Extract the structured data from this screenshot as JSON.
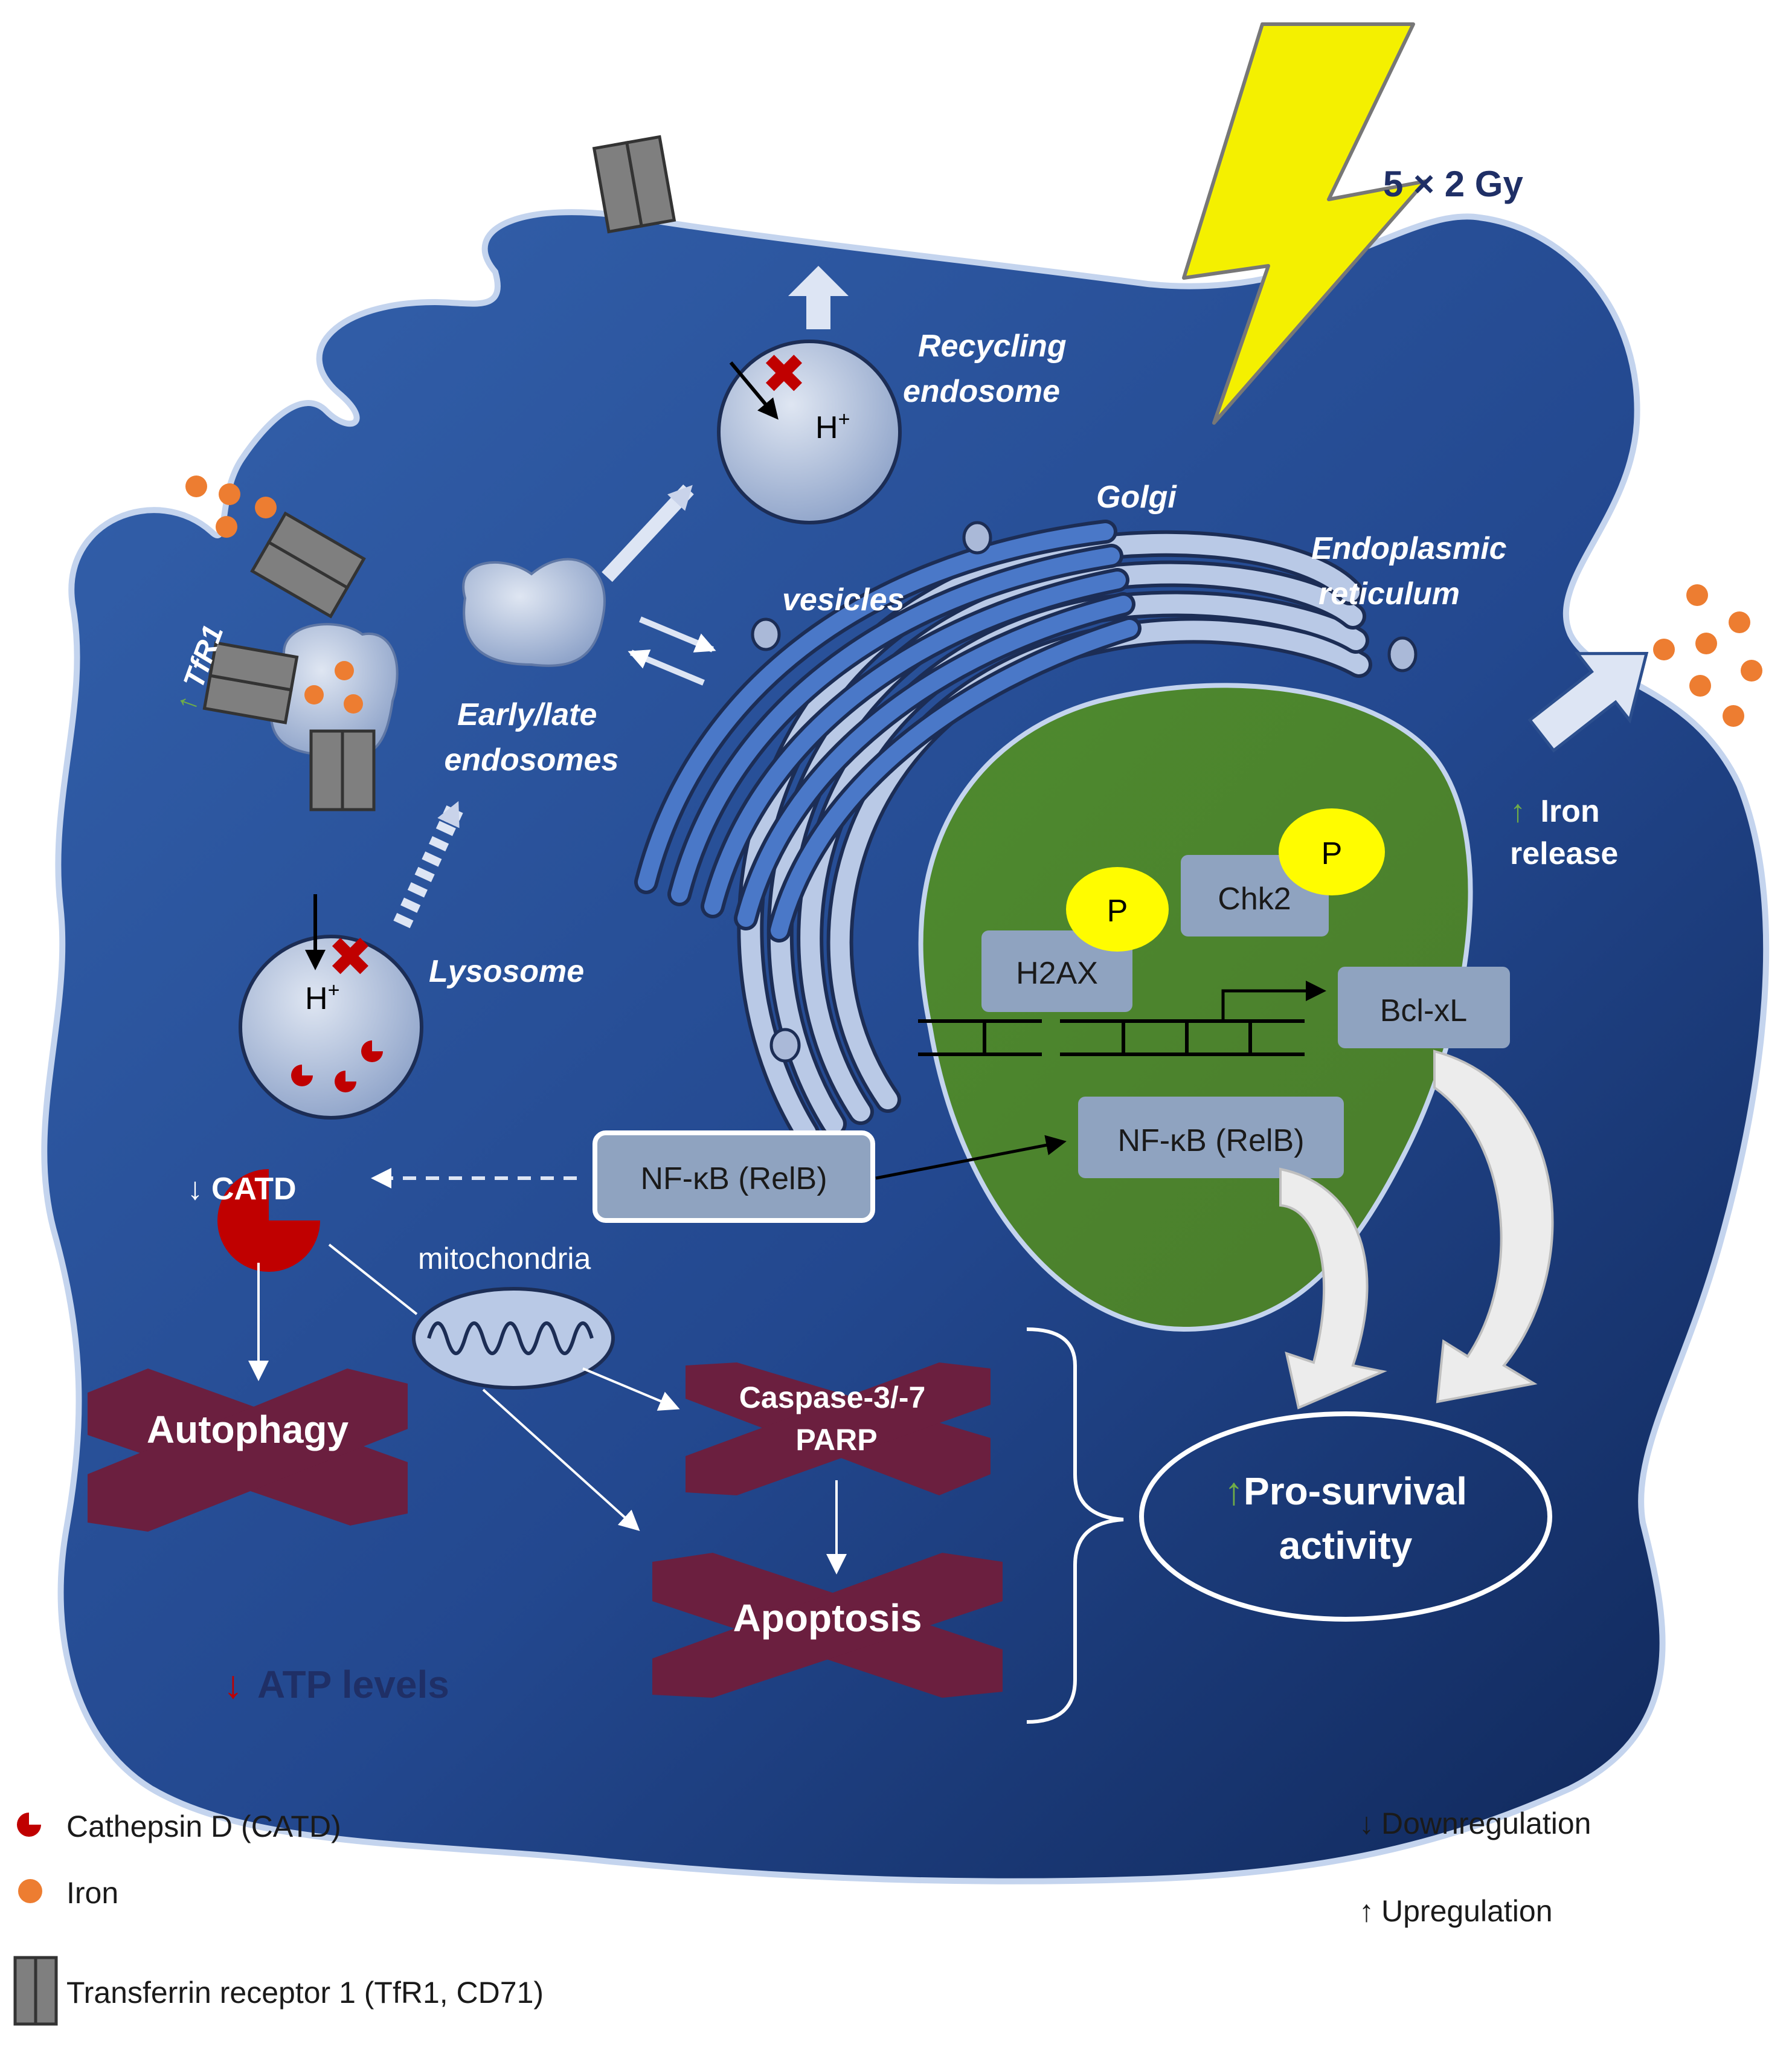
{
  "radiation": {
    "dose": "5 × 2 Gy"
  },
  "organelles": {
    "recycling_endosome": [
      "Recycling",
      "endosome"
    ],
    "early_late_endosomes": [
      "Early/late",
      "endosomes"
    ],
    "golgi": "Golgi",
    "vesicles": "vesicles",
    "er": [
      "Endoplasmic",
      "reticulum"
    ],
    "lysosome": "Lysosome",
    "mitochondria": "mitochondria",
    "proton": "H",
    "proton_sup": "+"
  },
  "receptor": {
    "tfr1_label": "TfR1"
  },
  "iron_release": {
    "arrow": "↑",
    "line1": "Iron",
    "line2": "release"
  },
  "nucleus": {
    "chk2": "Chk2",
    "h2ax": "H2AX",
    "bclxl": "Bcl-xL",
    "nfkb_nuclear": "NF-κB (RelB)",
    "phospho": "P"
  },
  "cytoplasm": {
    "nfkb_cyto": "NF-κB (RelB)",
    "catd_arrow": "↓",
    "catd": "CATD",
    "autophagy": "Autophagy",
    "caspase_line1": "Caspase-3/-7",
    "caspase_line2": "PARP",
    "apoptosis": "Apoptosis",
    "atp_arrow": "↓",
    "atp": "ATP levels",
    "prosurvival_arrow": "↑",
    "prosurvival_line1": "Pro-survival",
    "prosurvival_line2": "activity"
  },
  "legend": {
    "catd": "Cathepsin D (CATD)",
    "iron": "Iron",
    "tfr1": "Transferrin receptor 1 (TfR1, CD71)",
    "down_arrow": "↓",
    "down": "Downregulation",
    "up_arrow": "↑",
    "up": "Upregulation"
  },
  "colors": {
    "cell_light": "#2f5aa6",
    "cell_dark": "#132f66",
    "nucleus": "#4f8430",
    "bolt": "#f4f000",
    "iron": "#ed7d31",
    "catd": "#c00000",
    "cross": "#6b1f3f",
    "up_green": "#70ad47",
    "down_red": "#c00000",
    "title_navy": "#1f2f66"
  }
}
